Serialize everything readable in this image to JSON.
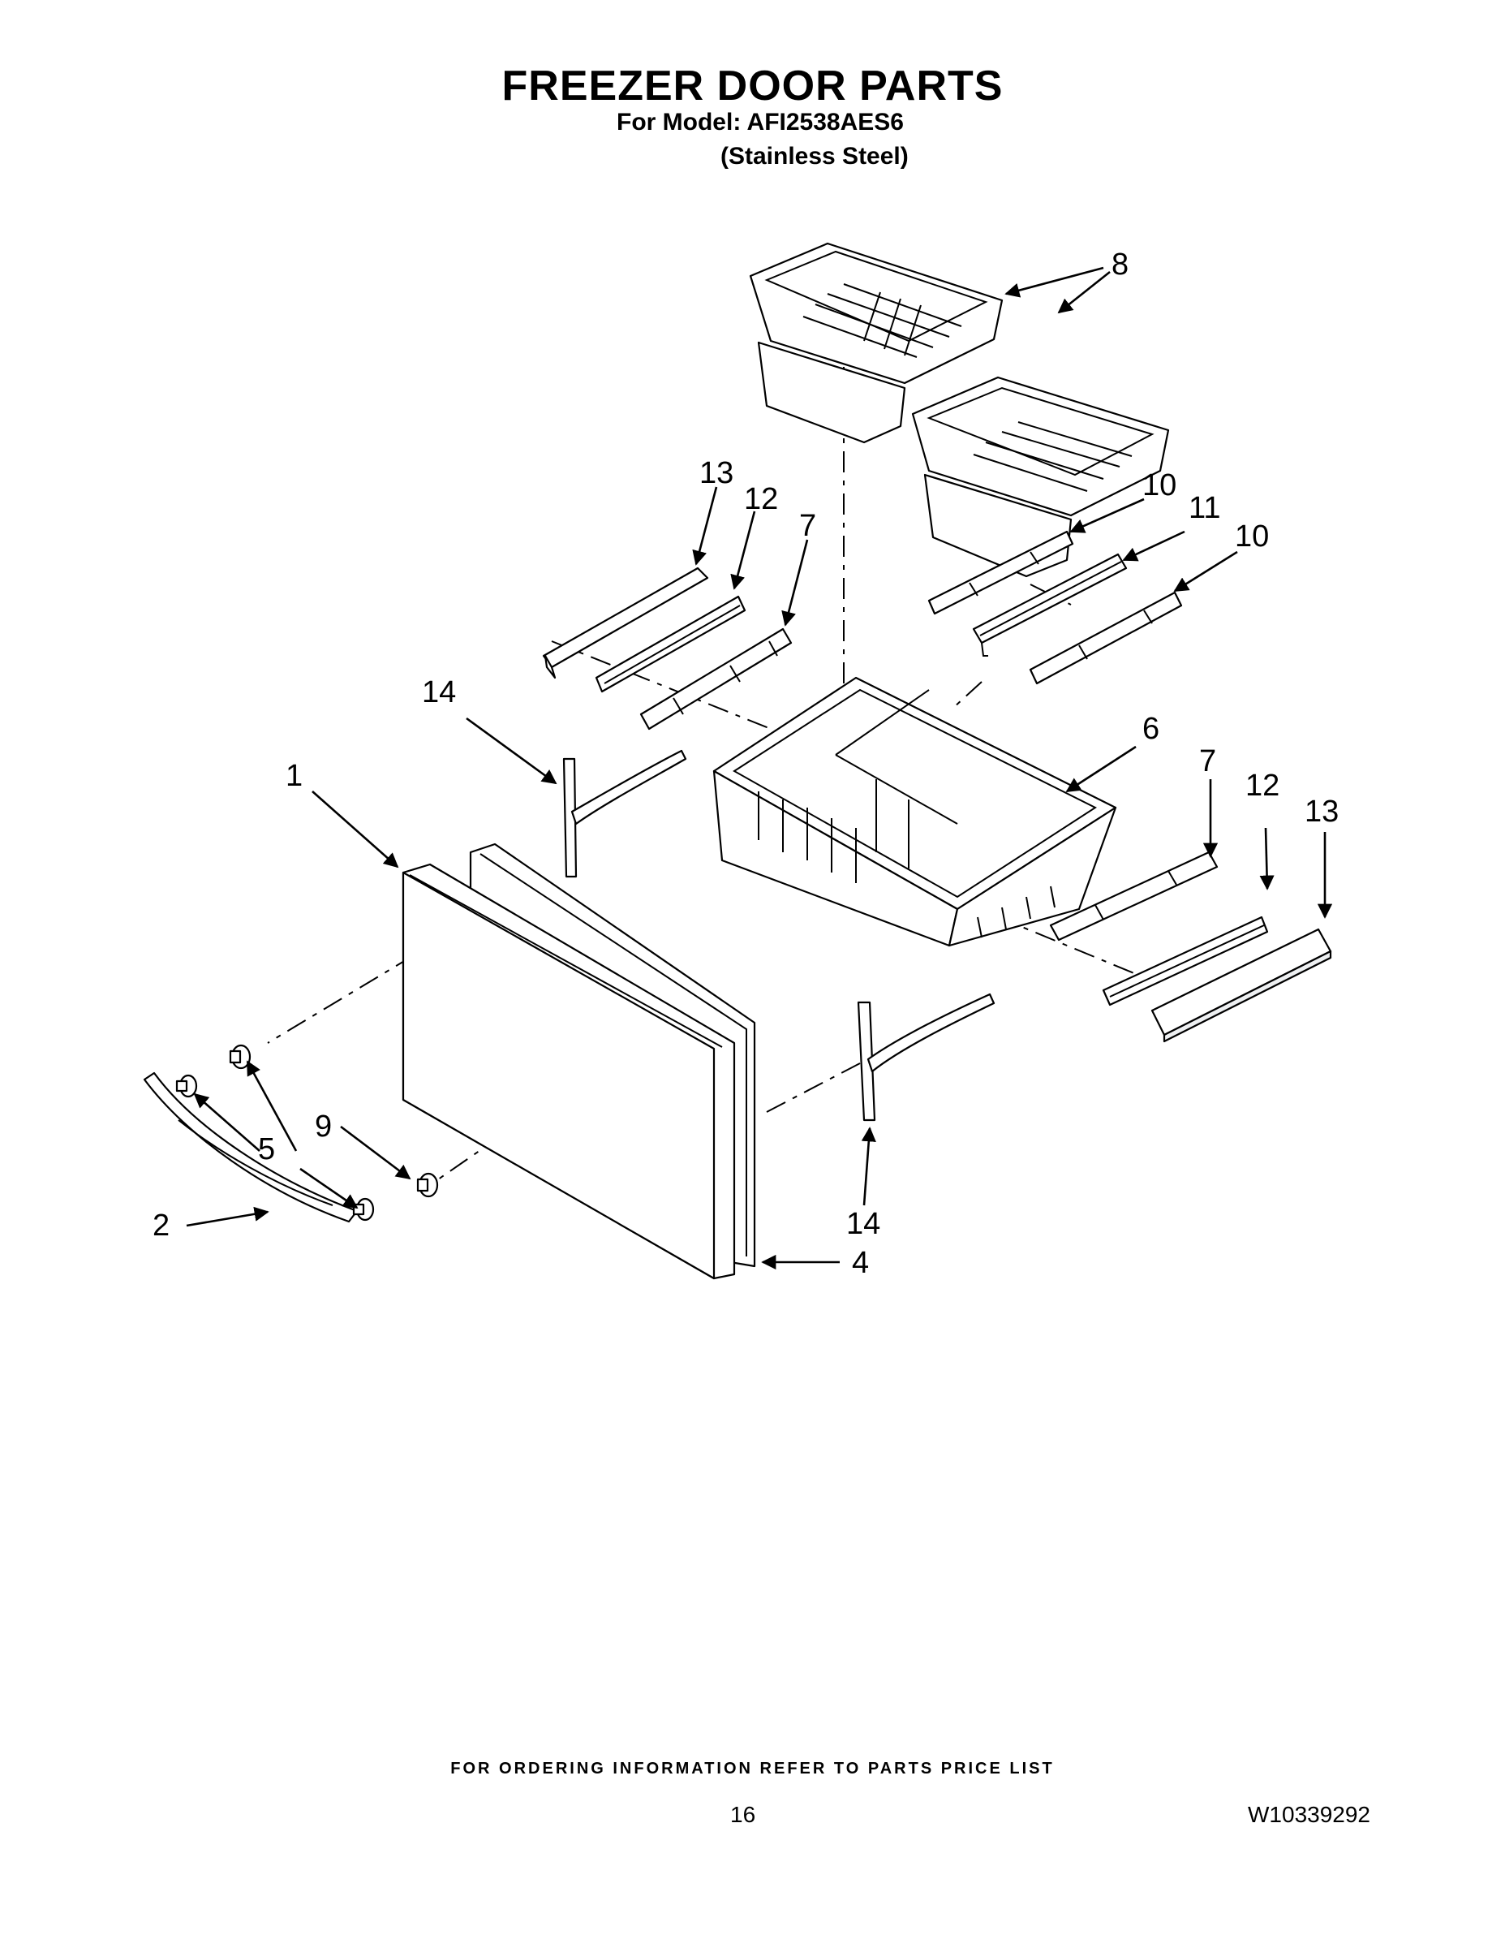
{
  "header": {
    "title": "FREEZER DOOR PARTS",
    "model_line": "For Model: AFI2538AES6",
    "finish_line": "(Stainless Steel)"
  },
  "callouts": {
    "c1": "1",
    "c2": "2",
    "c4": "4",
    "c5": "5",
    "c6": "6",
    "c7a": "7",
    "c7b": "7",
    "c8": "8",
    "c9": "9",
    "c10a": "10",
    "c10b": "10",
    "c11": "11",
    "c12a": "12",
    "c12b": "12",
    "c13a": "13",
    "c13b": "13",
    "c14a": "14",
    "c14b": "14"
  },
  "footer": {
    "ordering_note": "FOR ORDERING INFORMATION REFER TO PARTS PRICE LIST",
    "page_number": "16",
    "document_number": "W10339292"
  }
}
